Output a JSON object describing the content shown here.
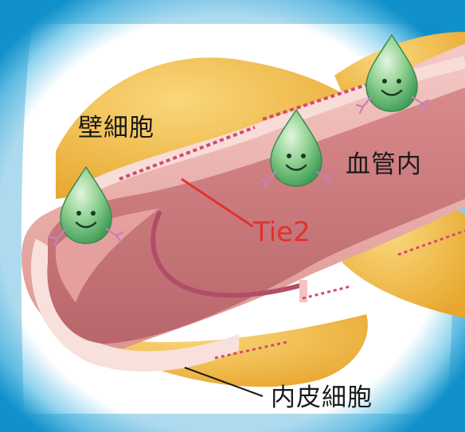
{
  "labels": {
    "pericyte": "壁細胞",
    "lumen": "血管内",
    "receptor": "Tie2",
    "endothelial": "内皮細胞"
  },
  "colors": {
    "background_outer": "#0f8fc9",
    "background_inner": "#ffffff",
    "pericyte_cell": "#f2bc3f",
    "vessel_outer": "#e9a7a5",
    "vessel_wall_light": "#f6d2cf",
    "lumen": "#c9777a",
    "receptor": "#d44a6e",
    "leader_line": "#e0322f",
    "character": "#49b061"
  },
  "icons": [
    "droplet-character-icon",
    "droplet-character-icon",
    "droplet-character-icon"
  ]
}
